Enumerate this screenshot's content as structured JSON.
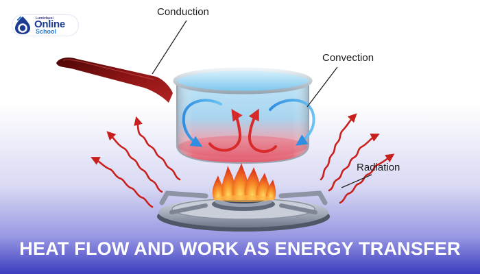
{
  "brand": {
    "name": "Online",
    "subname": "School",
    "tagline": "Lumiclassi"
  },
  "labels": {
    "conduction": "Conduction",
    "convection": "Convection",
    "radiation": "Radiation"
  },
  "banner": {
    "title": "HEAT FLOW AND WORK AS ENERGY TRANSFER"
  },
  "colors": {
    "banner_bg_top": "#8f8fe2",
    "banner_bg_bottom": "#3b3bbd",
    "radiation_arrow": "#c8201d",
    "convection_blue": "#2f8fe0",
    "convection_red": "#d82a2a",
    "flame_orange": "#f07a1a",
    "handle": "#7a1010",
    "logo_blue": "#1c3c92"
  }
}
